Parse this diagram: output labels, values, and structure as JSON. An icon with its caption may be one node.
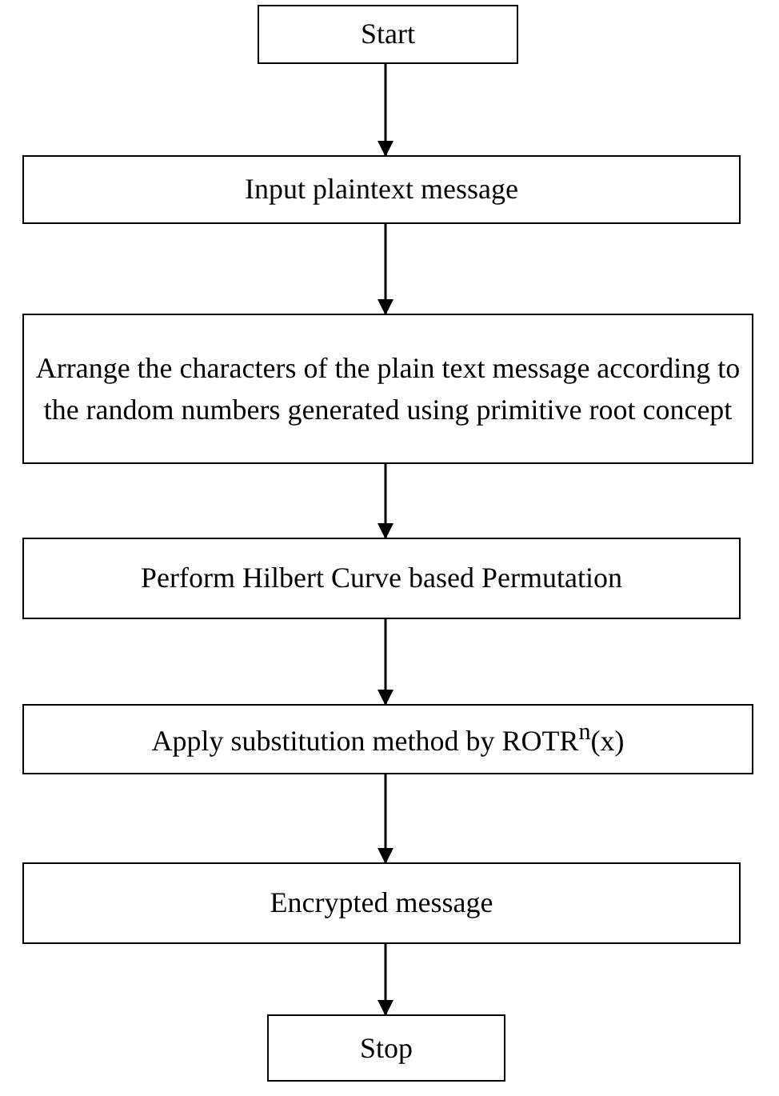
{
  "diagram": {
    "nodes": [
      {
        "text": [
          "Start"
        ]
      },
      {
        "text": [
          "Input plaintext message"
        ]
      },
      {
        "text": [
          "Arrange the characters of the plain text message according to the random numbers generated using primitive root concept"
        ]
      },
      {
        "text": [
          "Perform Hilbert Curve based Permutation"
        ]
      },
      {
        "text": [
          "Apply substitution method by ROTR$^{n}$(x)"
        ]
      },
      {
        "text": [
          "Encrypted message"
        ]
      },
      {
        "text": [
          "Stop"
        ]
      }
    ],
    "edges": [
      {
        "from": 0,
        "to": 1,
        "arrow": "to"
      },
      {
        "from": 1,
        "to": 2,
        "arrow": "to"
      },
      {
        "from": 2,
        "to": 3,
        "arrow": "to"
      },
      {
        "from": 3,
        "to": 4,
        "arrow": "to"
      },
      {
        "from": 4,
        "to": 5,
        "arrow": "to"
      },
      {
        "from": 5,
        "to": 6,
        "arrow": "to"
      }
    ]
  }
}
